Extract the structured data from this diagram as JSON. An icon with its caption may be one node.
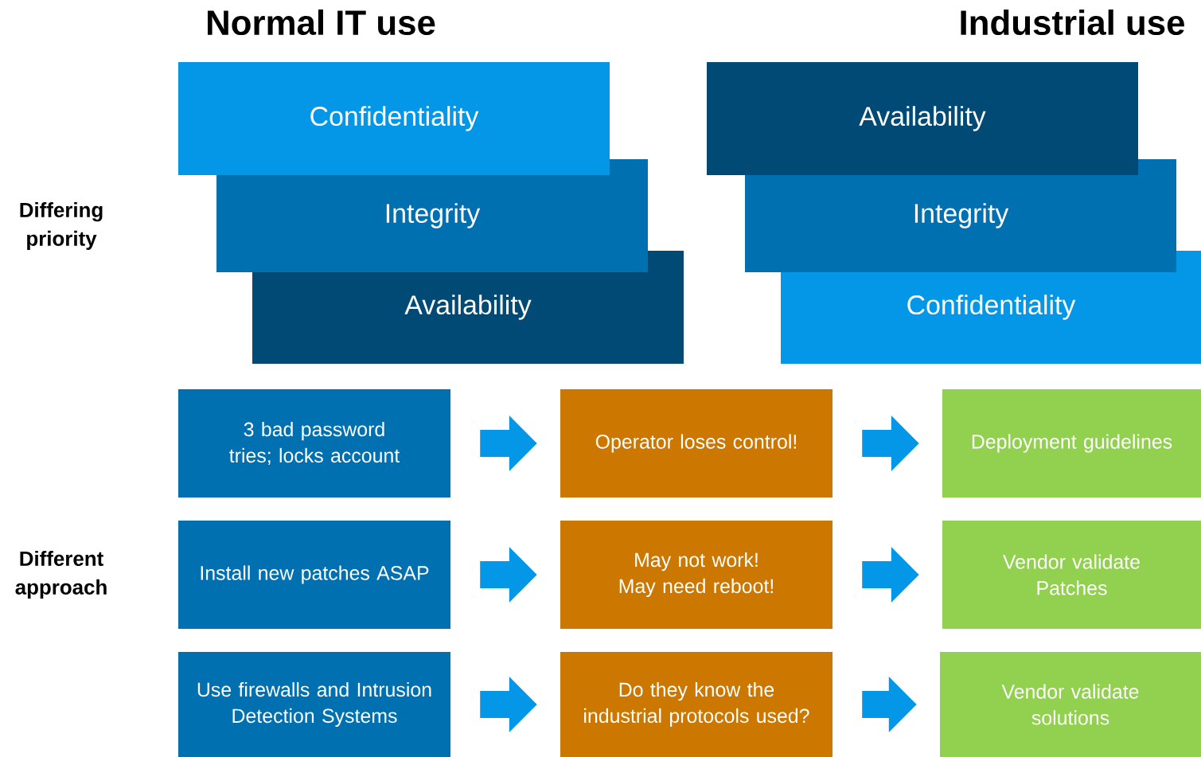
{
  "diagram": {
    "nodes": [
      {
        "text": [
          "Confidentiality"
        ]
      },
      {
        "text": [
          "Integrity"
        ]
      },
      {
        "text": [
          "Availability"
        ]
      },
      {
        "text": [
          "Availability"
        ]
      },
      {
        "text": [
          "Integrity"
        ]
      },
      {
        "text": [
          "Confidentiality"
        ]
      },
      {
        "text": [
          "3 bad password tries; locks account"
        ]
      },
      {
        "text": [
          "Operator loses control!"
        ]
      },
      {
        "text": [
          "Deployment guidelines"
        ]
      },
      {
        "text": [
          "Install new patches ASAP"
        ]
      },
      {
        "text": [
          "May not work! May need reboot!"
        ]
      },
      {
        "text": [
          "Vendor validate Patches"
        ]
      },
      {
        "text": [
          "Use firewalls and Intrusion Detection Systems"
        ]
      },
      {
        "text": [
          "Do they know the industrial protocols used?"
        ]
      },
      {
        "text": [
          "Vendor validate solutions"
        ]
      }
    ],
    "edges": [
      {
        "from": 6,
        "to": 7,
        "arrow": "to"
      },
      {
        "from": 7,
        "to": 8,
        "arrow": "to"
      },
      {
        "from": 9,
        "to": 10,
        "arrow": "to"
      },
      {
        "from": 10,
        "to": 11,
        "arrow": "to"
      },
      {
        "from": 12,
        "to": 13,
        "arrow": "to"
      },
      {
        "from": 13,
        "to": 14,
        "arrow": "to"
      }
    ],
    "labels": [
      "Normal IT use",
      "Industrial use",
      "Differing priority",
      "Different approach"
    ]
  }
}
